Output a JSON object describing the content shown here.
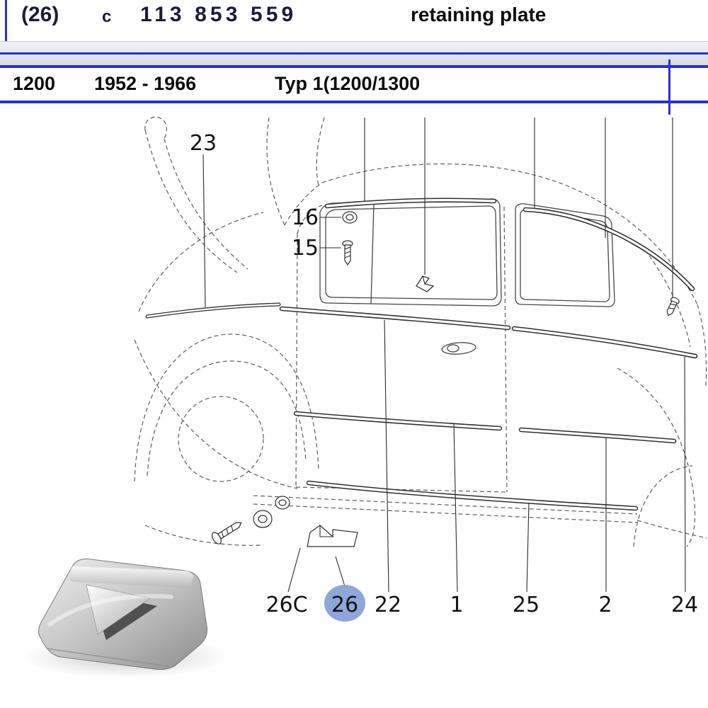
{
  "header": {
    "ref": "(26)",
    "code": "c",
    "part_number": "113 853 559",
    "description": "retaining plate"
  },
  "model_row": {
    "model": "1200",
    "years": "1952 - 1966",
    "type_label": "Typ 1(1200/1300"
  },
  "diagram": {
    "highlighted_callout": "26",
    "callouts": {
      "c23": "23",
      "c16": "16",
      "c15": "15",
      "c26c": "26C",
      "c26": "26",
      "c22": "22",
      "c1": "1",
      "c25": "25",
      "c2": "2",
      "c24": "24"
    }
  },
  "colors": {
    "accent_blue": "#2832cc",
    "highlight": "#8ea6d9"
  }
}
